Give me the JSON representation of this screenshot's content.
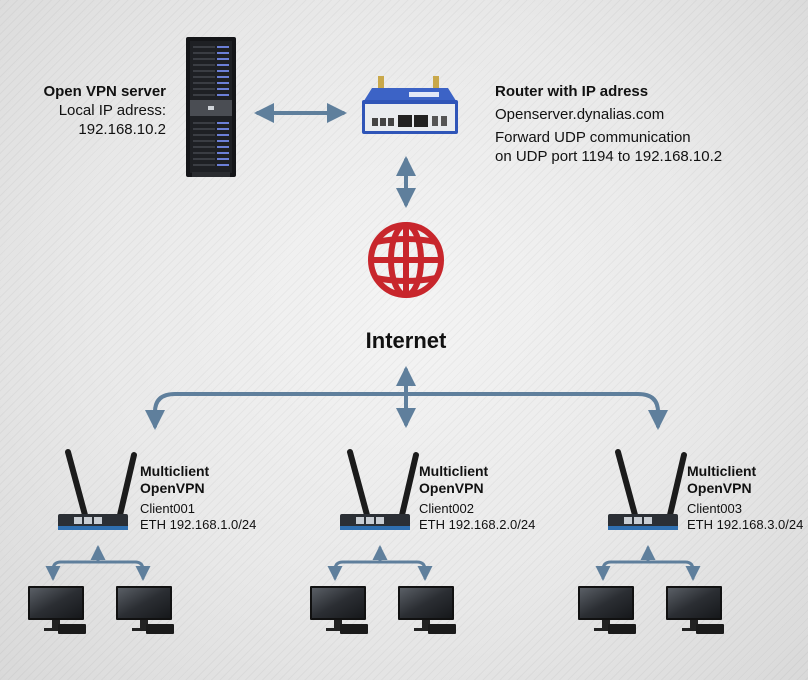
{
  "server": {
    "title": "Open VPN server",
    "line1": "Local IP adress:",
    "line2": "192.168.10.2"
  },
  "router": {
    "title": "Router with IP adress",
    "host": "Openserver.dynalias.com",
    "line1": "Forward UDP communication",
    "line2": "on UDP port 1194 to 192.168.10.2"
  },
  "internet": {
    "label": "Internet"
  },
  "clients": [
    {
      "title1": "Multiclient",
      "title2": "OpenVPN",
      "name": "Client001",
      "eth": "ETH 192.168.1.0/24"
    },
    {
      "title1": "Multiclient",
      "title2": "OpenVPN",
      "name": "Client002",
      "eth": "ETH 192.168.2.0/24"
    },
    {
      "title1": "Multiclient",
      "title2": "OpenVPN",
      "name": "Client003",
      "eth": "ETH 192.168.3.0/24"
    }
  ],
  "colors": {
    "arrow": "#5f7f9c",
    "globe": "#c8262c",
    "router_body": "#2f55b8",
    "server_led": "#6b7fd8"
  }
}
